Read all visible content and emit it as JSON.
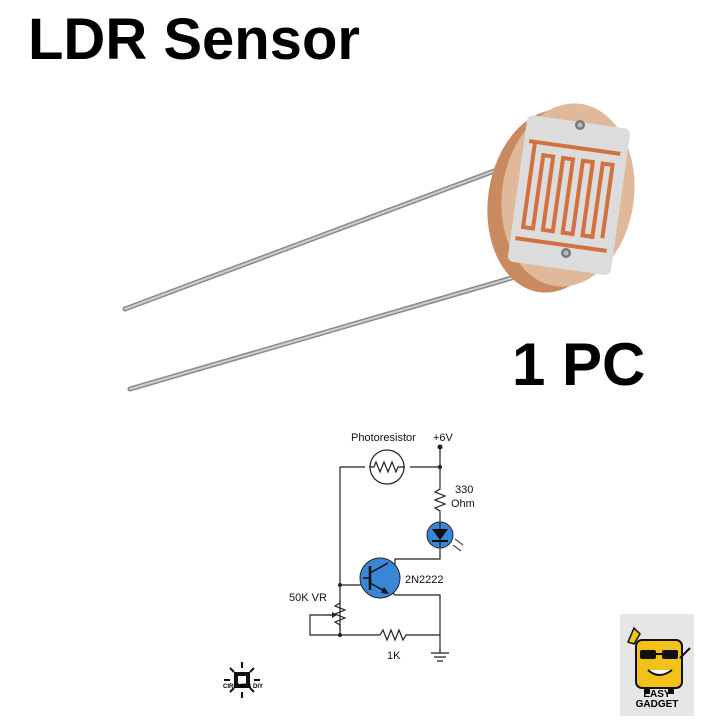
{
  "title": "LDR Sensor",
  "quantity": "1 PC",
  "circuit": {
    "labels": {
      "photoresistor": "Photoresistor",
      "supply": "+6V",
      "resistor_value": "330",
      "resistor_unit": "Ohms",
      "transistor": "2N2222",
      "pot": "50K VR",
      "resistor_1k": "1K"
    }
  },
  "logos": {
    "circuits_diy": "CIRCUITS DIY",
    "easy_gadget_line1": "EASY",
    "easy_gadget_line2": "GADGET"
  }
}
